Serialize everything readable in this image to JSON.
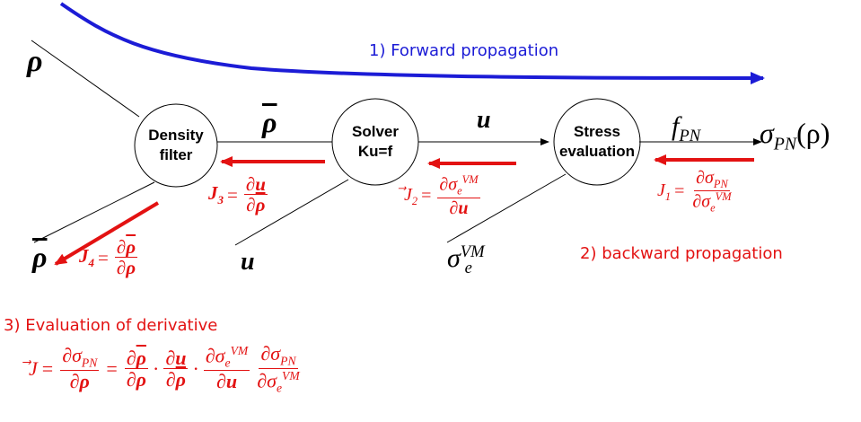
{
  "steps": {
    "forward": "1) Forward propagation",
    "backward": "2) backward propagation",
    "evaluation": "3) Evaluation of derivative"
  },
  "nodes": {
    "density_filter": [
      "Density",
      "filter"
    ],
    "solver": [
      "Solver",
      "Ku=f"
    ],
    "stress": [
      "Stress",
      "evaluation"
    ]
  },
  "symbols": {
    "rho": "ρ",
    "rho_bar": "ρ",
    "u": "u",
    "f_main": "f",
    "f_sub": "PN",
    "sigma": "σ",
    "sigma_sub_pn": "PN",
    "sigma_sub_e": "e",
    "sigma_sup_vm": "VM",
    "output_arg": "(ρ)"
  },
  "jacobians": {
    "J1": {
      "name": "J",
      "sub": "1"
    },
    "J2": {
      "name": "J",
      "sub": "2"
    },
    "J3": {
      "name": "J",
      "sub": "3"
    },
    "J4": {
      "name": "J",
      "sub": "4"
    },
    "J_total": {
      "name": "J"
    }
  },
  "colors": {
    "forward": "#1c1cd6",
    "backward": "#e31212",
    "line": "#000000"
  }
}
